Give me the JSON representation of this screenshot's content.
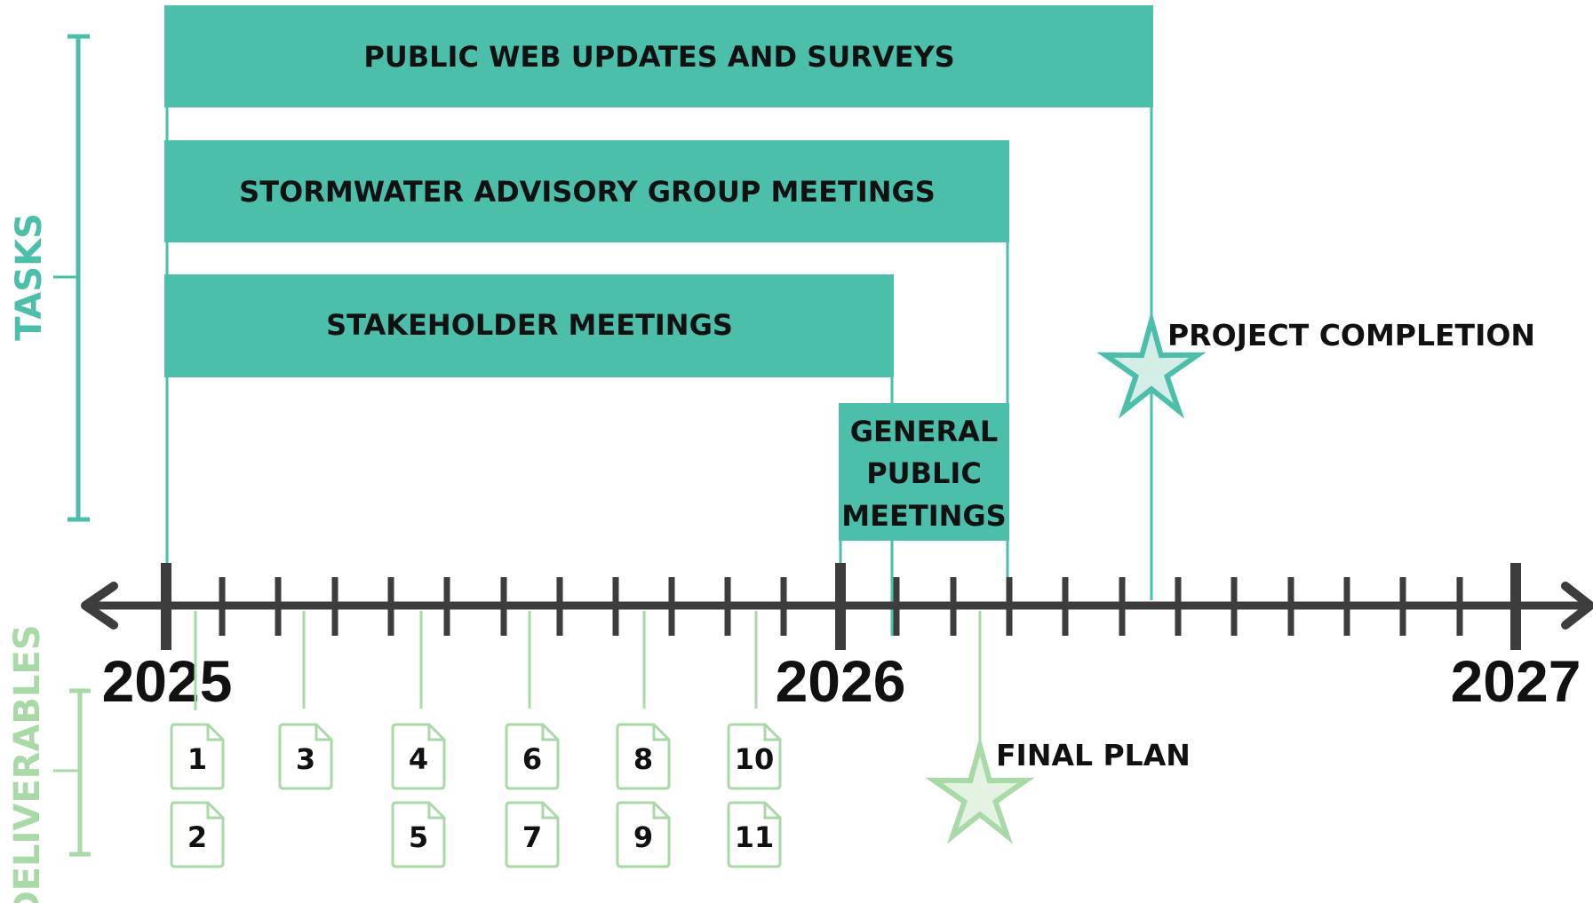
{
  "colors": {
    "task": "#4bbfa9",
    "deliverable": "#a8d9a6",
    "axis": "#3d3d3d",
    "star_fill_project": "#d4ede7",
    "star_fill_final": "#e3f2e1",
    "text": "#111111"
  },
  "sections": {
    "tasks_label": "TASKS",
    "deliverables_label": "DELIVERABLES"
  },
  "years": [
    "2025",
    "2026",
    "2027"
  ],
  "tasks": [
    {
      "label": "PUBLIC WEB UPDATES AND SURVEYS"
    },
    {
      "label": "STORMWATER ADVISORY GROUP MEETINGS"
    },
    {
      "label": "STAKEHOLDER MEETINGS"
    },
    {
      "label_lines": [
        "GENERAL",
        "PUBLIC",
        "MEETINGS"
      ]
    }
  ],
  "milestones": {
    "project_completion": "PROJECT COMPLETION",
    "final_plan": "FINAL PLAN"
  },
  "deliverables": [
    {
      "top": "1",
      "bottom": "2"
    },
    {
      "top": "3",
      "bottom": null
    },
    {
      "top": "4",
      "bottom": "5"
    },
    {
      "top": "6",
      "bottom": "7"
    },
    {
      "top": "8",
      "bottom": "9"
    },
    {
      "top": "10",
      "bottom": "11"
    }
  ]
}
